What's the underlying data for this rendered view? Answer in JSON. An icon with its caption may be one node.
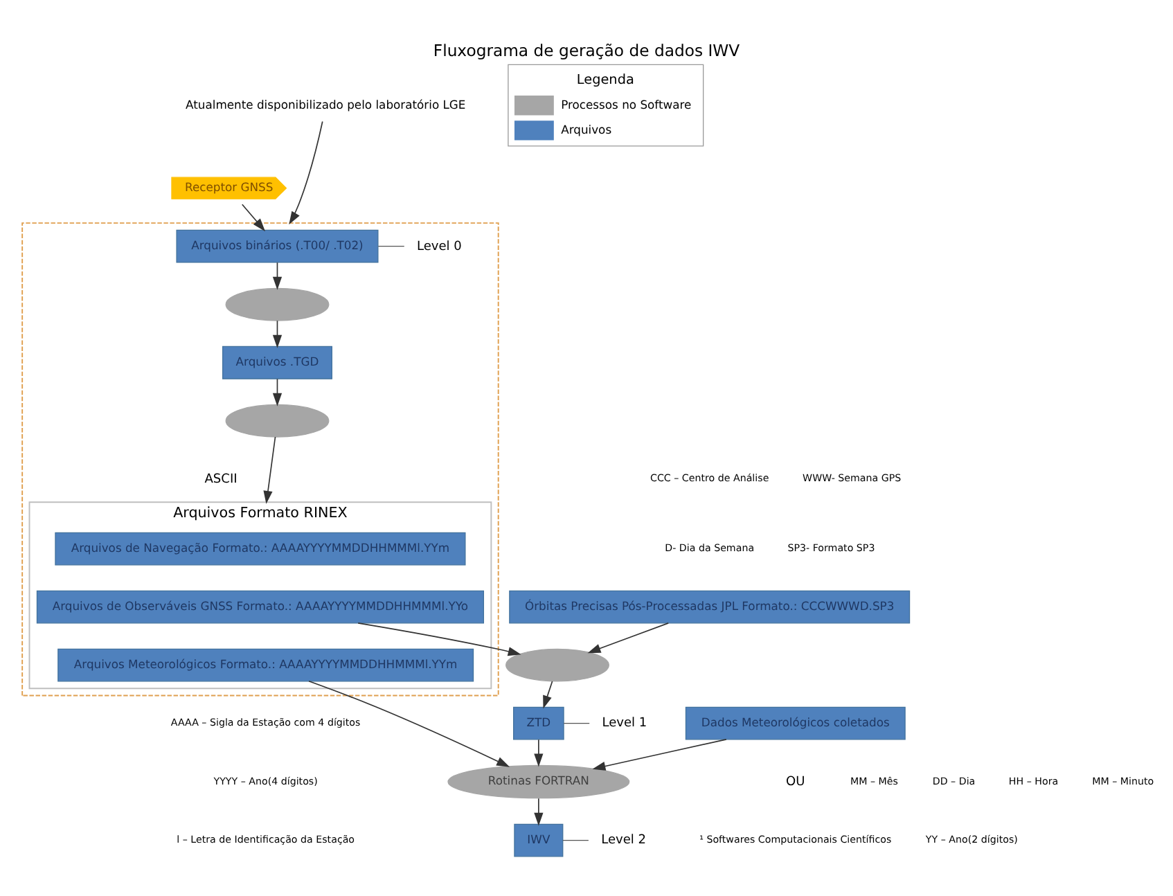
{
  "diagram": {
    "title": "Fluxograma de geração de dados IWV",
    "nodes": [
      {
        "text": [
          "Receptor GNSS"
        ]
      },
      {
        "text": [],
        "shape": "box"
      },
      {
        "text": [
          "Arquivos binários (.T00/ .T02)"
        ],
        "in": 1,
        "beside": [
          "Level 0"
        ]
      },
      {
        "text": [],
        "shape": "ellipse",
        "in": 1
      },
      {
        "text": [
          "Arquivos .TGD"
        ],
        "in": 1
      },
      {
        "text": [],
        "shape": "ellipse",
        "in": 1
      },
      {
        "text": [
          "Arquivos Formato RINEX"
        ],
        "in": 1,
        "beside": [
          "ASCII"
        ]
      },
      {
        "text": [
          "Arquivos de Navegação Formato.: AAAAYYYYMMDDHHMMMl.YYm"
        ],
        "in": 6
      },
      {
        "text": [
          "Arquivos de Observáveis GNSS Formato.: AAAAYYYYMMDDHHMMMl.YYo"
        ],
        "in": 6
      },
      {
        "text": [
          "Arquivos Meteorológicos Formato.: AAAAYYYYMMDDHHMMMl.YYm"
        ],
        "in": 6
      },
      {
        "text": [
          "Órbitas Precisas Pós-Processadas JPL Formato.: CCCWWWD.SP3"
        ]
      },
      {
        "text": [],
        "shape": "ellipse"
      },
      {
        "text": [
          "ZTD"
        ],
        "beside": [
          "Level 1"
        ]
      },
      {
        "text": [
          "Rotinas FORTRAN"
        ]
      },
      {
        "text": [
          "Dados Meteorológicos coletados"
        ]
      },
      {
        "text": [
          "IWV"
        ],
        "beside": [
          "Level 2"
        ]
      },
      {
        "text": [
          "Atualmente disponibilizado pelo laboratório LGE"
        ]
      }
    ],
    "edges": [
      {
        "from": 0,
        "to": 2,
        "arrow": "to"
      },
      {
        "from": 2,
        "to": 3,
        "arrow": "to"
      },
      {
        "from": 3,
        "to": 4,
        "arrow": "to"
      },
      {
        "from": 4,
        "to": 5,
        "arrow": "to"
      },
      {
        "from": 5,
        "to": 6,
        "arrow": "to"
      },
      {
        "from": 8,
        "to": 11,
        "arrow": "to"
      },
      {
        "from": 10,
        "to": 11,
        "arrow": "to"
      },
      {
        "from": 11,
        "to": 12,
        "arrow": "to"
      },
      {
        "from": 12,
        "to": 13,
        "arrow": "to"
      },
      {
        "from": 9,
        "to": 13,
        "arrow": "to"
      },
      {
        "from": 14,
        "to": 13,
        "arrow": "to"
      },
      {
        "from": 13,
        "to": 15,
        "arrow": "to"
      },
      {
        "from": 16,
        "to": 1,
        "arrow": "to"
      }
    ],
    "labels": [
      "Legenda",
      "CCC – Centro de Análise",
      "WWW- Semana GPS",
      "D- Dia da Semana",
      "SP3- Formato SP3",
      "AAAA – Sigla da Estação com 4 dígitos",
      "YYYY – Ano(4 dígitos)",
      "MM – Mês",
      "DD – Dia",
      "HH – Hora",
      "MM – Minuto",
      "l – Letra de Identificação da Estação",
      "YY – Ano(2 dígitos)",
      "OU",
      "¹ Softwares Computacionais Científicos"
    ],
    "legend": [
      {
        "text": "Processos no Software",
        "color": "#a6a6a6"
      },
      {
        "text": "Arquivos",
        "color": "#4f81bd"
      }
    ]
  }
}
